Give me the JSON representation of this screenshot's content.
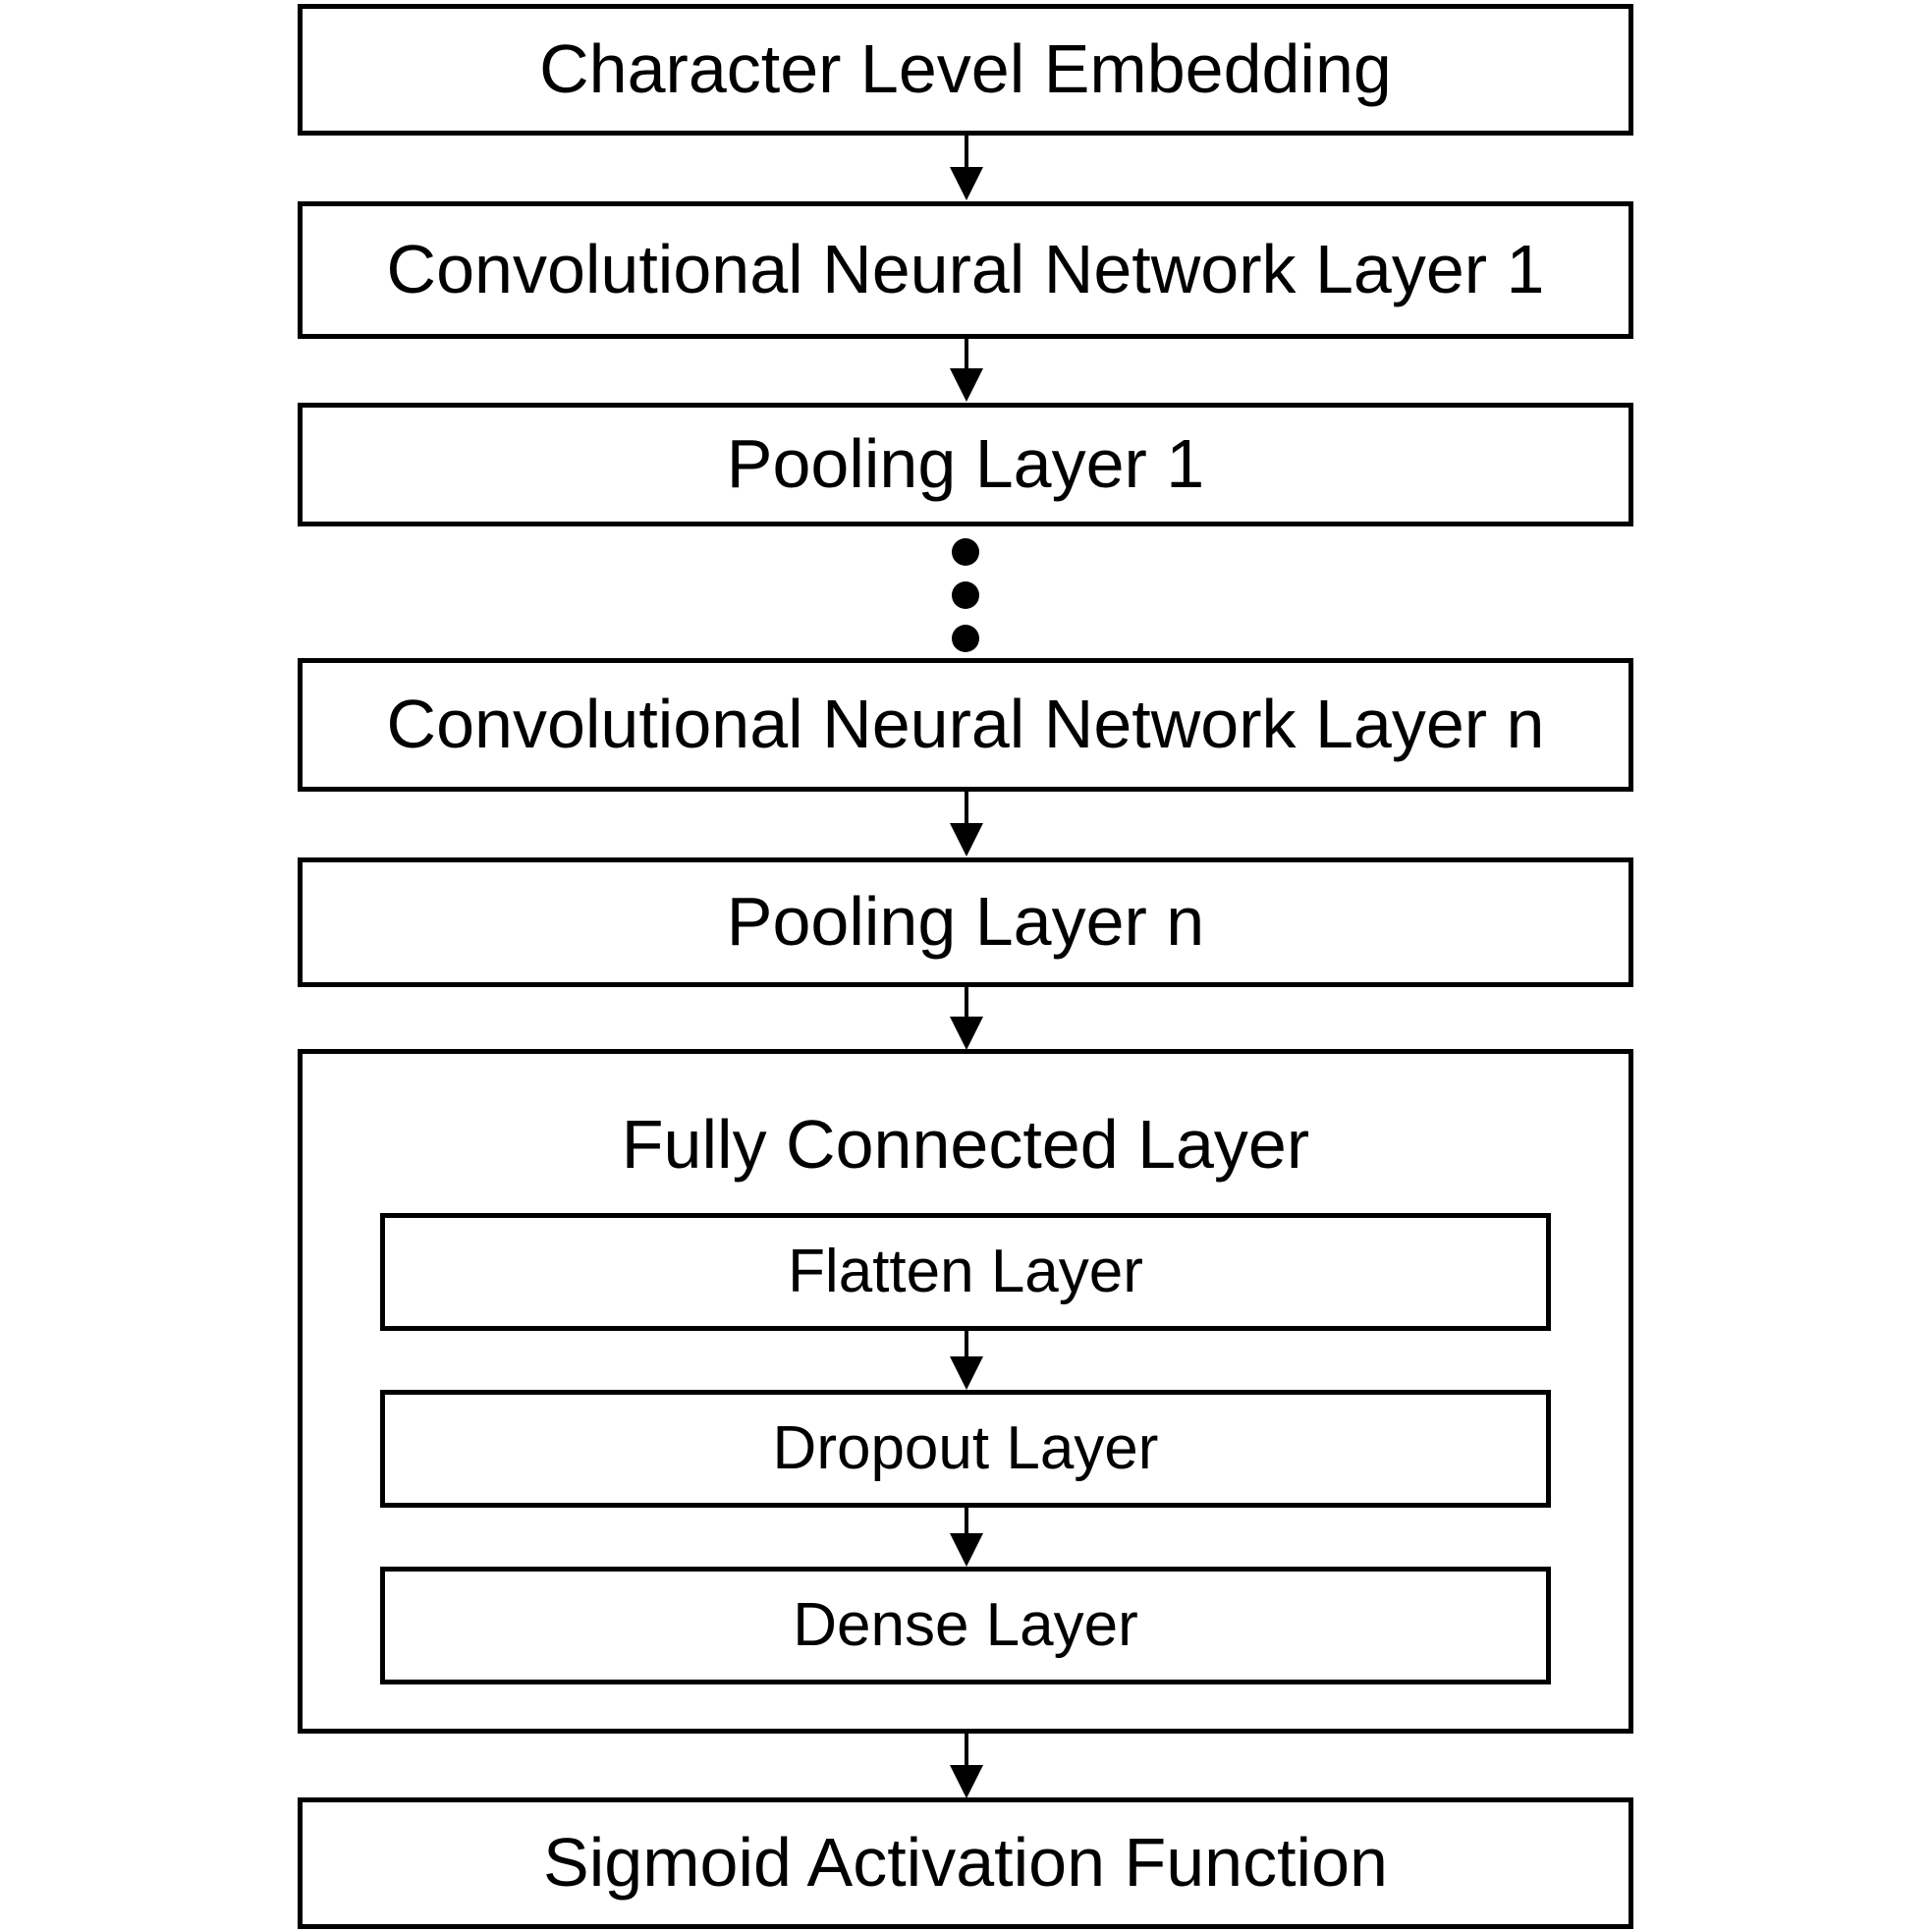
{
  "diagram": {
    "title": "Character-level CNN model architecture",
    "type": "flowchart",
    "orientation": "top-to-bottom",
    "colors": {
      "stroke": "#000000",
      "fill": "#ffffff",
      "text": "#000000"
    },
    "nodes": [
      {
        "id": "embedding",
        "label": "Character Level Embedding"
      },
      {
        "id": "cnn1",
        "label": "Convolutional Neural Network Layer 1"
      },
      {
        "id": "pool1",
        "label": "Pooling Layer 1"
      },
      {
        "id": "cnnn",
        "label": "Convolutional Neural Network Layer n"
      },
      {
        "id": "pooln",
        "label": "Pooling Layer n"
      },
      {
        "id": "fc",
        "label": "Fully Connected Layer"
      },
      {
        "id": "flatten",
        "label": "Flatten Layer"
      },
      {
        "id": "dropout",
        "label": "Dropout Layer"
      },
      {
        "id": "dense",
        "label": "Dense Layer"
      },
      {
        "id": "sigmoid",
        "label": "Sigmoid Activation Function"
      }
    ],
    "ellipsis": {
      "name": "vertical-ellipsis",
      "dots": 3,
      "meaning": "repeated convolution and pooling blocks"
    },
    "edges": [
      {
        "from": "embedding",
        "to": "cnn1"
      },
      {
        "from": "cnn1",
        "to": "pool1"
      },
      {
        "from": "cnnn",
        "to": "pooln"
      },
      {
        "from": "pooln",
        "to": "fc"
      },
      {
        "from": "flatten",
        "to": "dropout"
      },
      {
        "from": "dropout",
        "to": "dense"
      },
      {
        "from": "fc",
        "to": "sigmoid"
      }
    ]
  }
}
